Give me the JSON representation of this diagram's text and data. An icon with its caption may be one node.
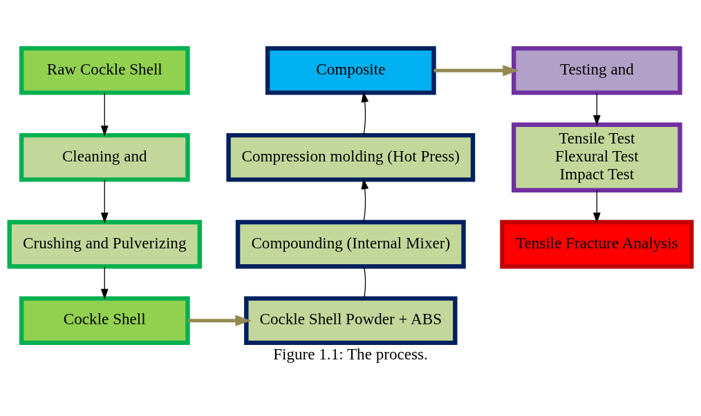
{
  "diagram": {
    "caption": "Figure 1.1: The process.",
    "nodes": [
      {
        "text": [
          "Raw Cockle Shell"
        ]
      },
      {
        "text": [
          "Composite"
        ]
      },
      {
        "text": [
          "Testing and"
        ]
      },
      {
        "text": [
          "Cleaning and"
        ]
      },
      {
        "text": [
          "Compression molding (Hot Press)"
        ]
      },
      {
        "text": [
          "Tensile Test",
          "Flexural Test",
          "Impact Test"
        ]
      },
      {
        "text": [
          "Crushing and Pulverizing"
        ]
      },
      {
        "text": [
          "Compounding (Internal Mixer)"
        ]
      },
      {
        "text": [
          "Tensile Fracture Analysis"
        ]
      },
      {
        "text": [
          "Cockle Shell"
        ]
      },
      {
        "text": [
          "Cockle Shell Powder + ABS"
        ]
      }
    ],
    "edges": [
      {
        "from": 0,
        "to": 3,
        "arrow": "to"
      },
      {
        "from": 3,
        "to": 6,
        "arrow": "to"
      },
      {
        "from": 6,
        "to": 9,
        "arrow": "to"
      },
      {
        "from": 9,
        "to": 10,
        "arrow": "to",
        "style": "thick",
        "color": "#938953"
      },
      {
        "from": 10,
        "to": 7,
        "arrow": "none"
      },
      {
        "from": 7,
        "to": 4,
        "arrow": "to"
      },
      {
        "from": 4,
        "to": 1,
        "arrow": "to"
      },
      {
        "from": 1,
        "to": 2,
        "arrow": "to",
        "style": "thick",
        "color": "#938953"
      },
      {
        "from": 2,
        "to": 5,
        "arrow": "to"
      },
      {
        "from": 5,
        "to": 8,
        "arrow": "to"
      }
    ]
  }
}
